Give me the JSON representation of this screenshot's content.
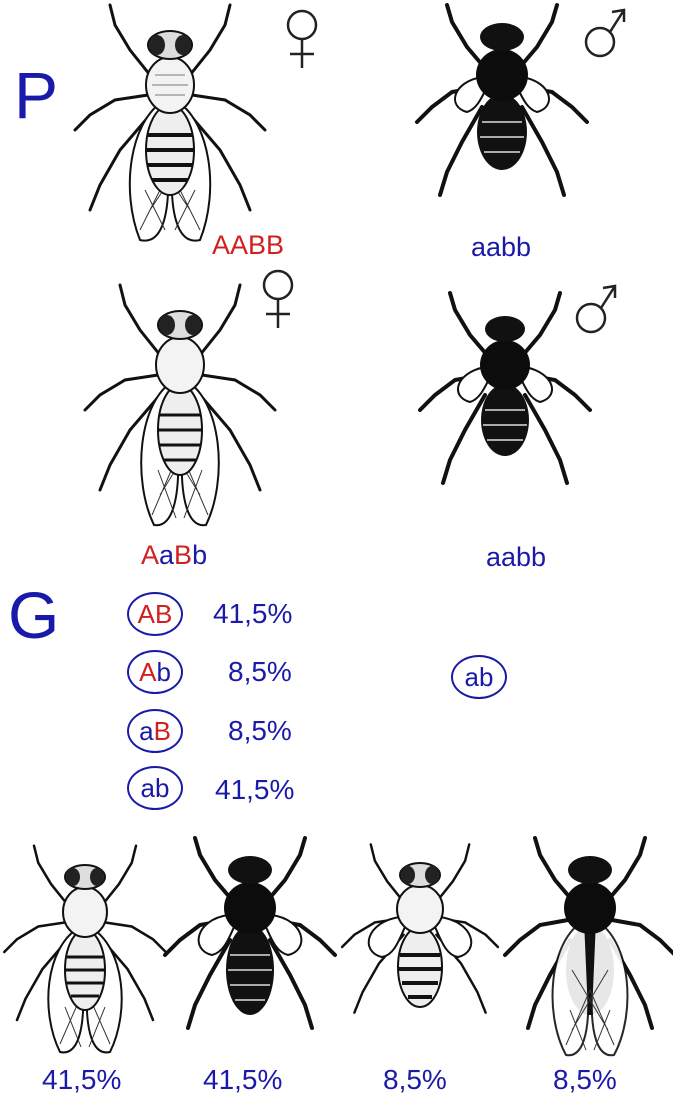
{
  "parents_label": "P",
  "gametes_label": "G",
  "parents": {
    "female_genotype": "AABB",
    "male_genotype": "aabb"
  },
  "f1": {
    "female_genotype": {
      "g1": "A",
      "g2": "a",
      "g3": "B",
      "g4": "b"
    },
    "male_genotype": "aabb"
  },
  "gametes_female": [
    {
      "allele1": "A",
      "allele1_color": "#d21f1f",
      "allele2": "B",
      "allele2_color": "#d21f1f",
      "percent": "41,5%"
    },
    {
      "allele1": "A",
      "allele1_color": "#d21f1f",
      "allele2": "b",
      "allele2_color": "#1a1aa8",
      "percent": "8,5%"
    },
    {
      "allele1": "a",
      "allele1_color": "#1a1aa8",
      "allele2": "B",
      "allele2_color": "#d21f1f",
      "percent": "8,5%"
    },
    {
      "allele1": "a",
      "allele1_color": "#1a1aa8",
      "allele2": "b",
      "allele2_color": "#1a1aa8",
      "percent": "41,5%"
    }
  ],
  "gamete_male": "ab",
  "offspring": [
    {
      "body": "grey",
      "wings": "long",
      "percent": "41,5%"
    },
    {
      "body": "black",
      "wings": "short",
      "percent": "41,5%"
    },
    {
      "body": "grey",
      "wings": "short",
      "percent": "8,5%"
    },
    {
      "body": "black",
      "wings": "long",
      "percent": "8,5%"
    }
  ],
  "colors": {
    "dominant": "#d21f1f",
    "recessive": "#1a1aa8"
  },
  "icons": [
    "female-symbol-icon",
    "male-symbol-icon",
    "grey-long-wing-fly",
    "black-vestigial-wing-fly"
  ]
}
